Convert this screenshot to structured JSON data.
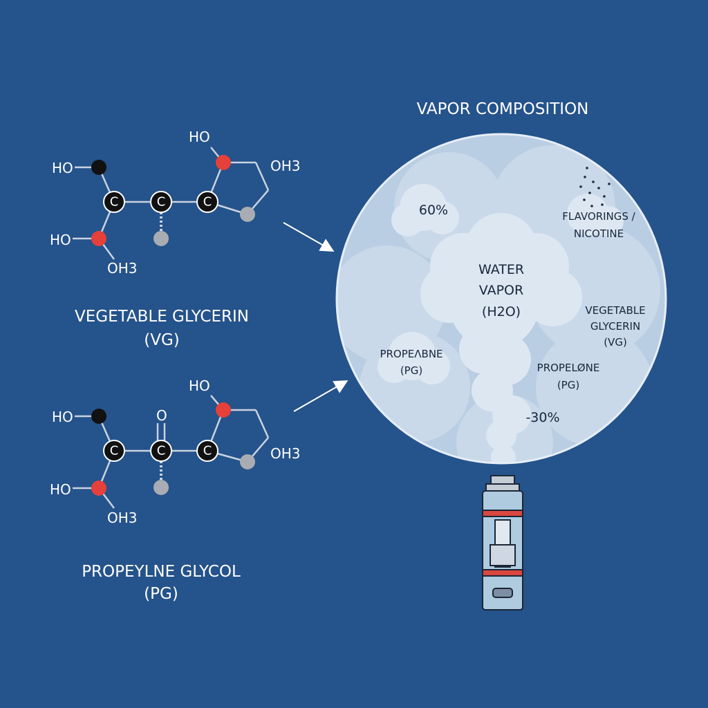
{
  "colors": {
    "background": "#25538b",
    "bond": "#c9d3e2",
    "atom_black": "#111111",
    "atom_red": "#e5403a",
    "atom_grey": "#a9adb3",
    "cloud_fill": "#dde7f2",
    "circle_fill": "#b9cde3",
    "circle_stroke": "#e6eef7",
    "device_body": "#aecbe0",
    "device_red_band": "#d9473f",
    "text_light": "#ffffff",
    "text_dark": "#17263a"
  },
  "title": "VAPOR COMPOSITION",
  "molecule_vg": {
    "ho_top": "HO",
    "ho_left_top": "HO",
    "ho_left_bottom": "HO",
    "oh3_right": "OH3",
    "oh3_bottom": "OH3",
    "c1": "C",
    "c2": "C",
    "c3": "C",
    "name_line1": "VEGETABLE GLYCERIN",
    "name_line2": "(VG)"
  },
  "molecule_pg": {
    "ho_top": "HO",
    "o_center": "O",
    "ho_left_top": "HO",
    "ho_left_bottom": "HO",
    "oh3_right": "OH3",
    "oh3_bottom": "OH3",
    "c1": "C",
    "c2": "C",
    "c3": "C",
    "name_line1": "PROPEYLNE GLYCOL",
    "name_line2": "(PG)"
  },
  "cloud_labels": {
    "pct_60": "60%",
    "flavor_line1": "FLAVORINGS /",
    "flavor_line2": "NICOTINE",
    "water_line1": "WATER",
    "water_line2": "VAPOR",
    "water_line3": "(H2O)",
    "vg_line1": "VEGETABLE",
    "vg_line2": "GLYCERIN",
    "vg_line3": "(VG)",
    "pg_left_line1": "PROPEɅBNE",
    "pg_left_line2": "(PG)",
    "pg_right_line1": "PROPELØNE",
    "pg_right_line2": "(PG)",
    "pct_30": "-30%"
  }
}
